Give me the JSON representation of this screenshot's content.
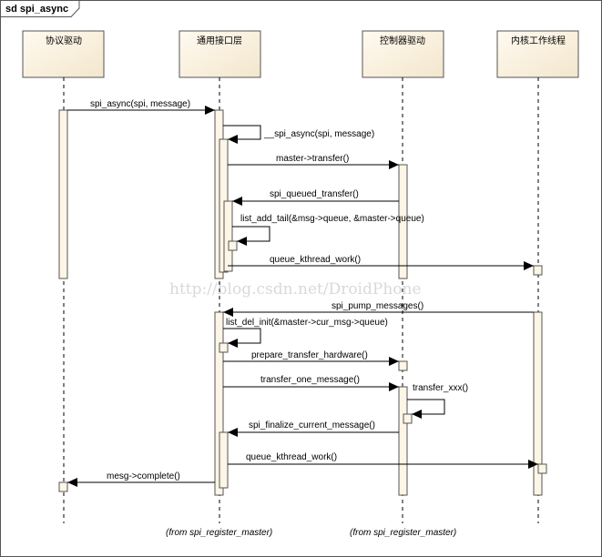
{
  "frame": {
    "title": "sd spi_async"
  },
  "participants": [
    "协议驱动",
    "通用接口层",
    "控制器驱动",
    "内核工作线程"
  ],
  "watermark": "http://blog.csdn.net/DroidPhone",
  "messages": [
    {
      "label": "spi_async(spi, message)"
    },
    {
      "label": "__spi_async(spi, message)"
    },
    {
      "label": "master->transfer()"
    },
    {
      "label": "spi_queued_transfer()"
    },
    {
      "label": "list_add_tail(&msg->queue, &master->queue)"
    },
    {
      "label": "queue_kthread_work()"
    },
    {
      "label": "spi_pump_messages()"
    },
    {
      "label": "list_del_init(&master->cur_msg->queue)"
    },
    {
      "label": "prepare_transfer_hardware()"
    },
    {
      "label": "transfer_one_message()"
    },
    {
      "label": "transfer_xxx()"
    },
    {
      "label": "spi_finalize_current_message()"
    },
    {
      "label": "queue_kthread_work()"
    },
    {
      "label": "mesg->complete()"
    }
  ],
  "notes": [
    "(from spi_register_master)",
    "(from spi_register_master)"
  ],
  "colors": {
    "participant_fill": "#fdf5e6",
    "activation_fill": "#fdf5e6",
    "line": "#000000"
  }
}
